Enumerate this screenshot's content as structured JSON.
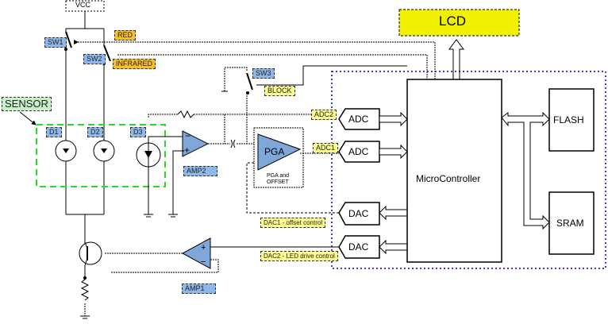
{
  "title_labels": {
    "vcc": "VCC",
    "lcd": "LCD",
    "microcontroller": "MicroController",
    "flash": "FLASH",
    "sram": "SRAM",
    "sensor": "SENSOR",
    "pga": "PGA",
    "pga_caption_1": "PGA and",
    "pga_caption_2": "OFFSET"
  },
  "switches": {
    "sw1": "SW1",
    "sw2": "SW2",
    "sw3": "SW3"
  },
  "signals": {
    "red": "RED",
    "infrared": "INFRARED",
    "block": "BLOCK",
    "adc2": "ADC2",
    "adc1": "ADC1",
    "dac1": "DAC1 - offset control",
    "dac2": "DAC2 - LED drive control"
  },
  "diodes": {
    "d1": "D1",
    "d2": "D2",
    "d3": "D3"
  },
  "amps": {
    "amp1": "AMP1",
    "amp2": "AMP2"
  },
  "converters": {
    "adc_top": "ADC",
    "adc_bottom": "ADC",
    "dac_top": "DAC",
    "dac_bottom": "DAC"
  },
  "colors": {
    "lcd": "#f0f000",
    "amp": "#7fa8d8",
    "sensor_border": "#22dd22",
    "mcu_region": "#0000aa"
  }
}
